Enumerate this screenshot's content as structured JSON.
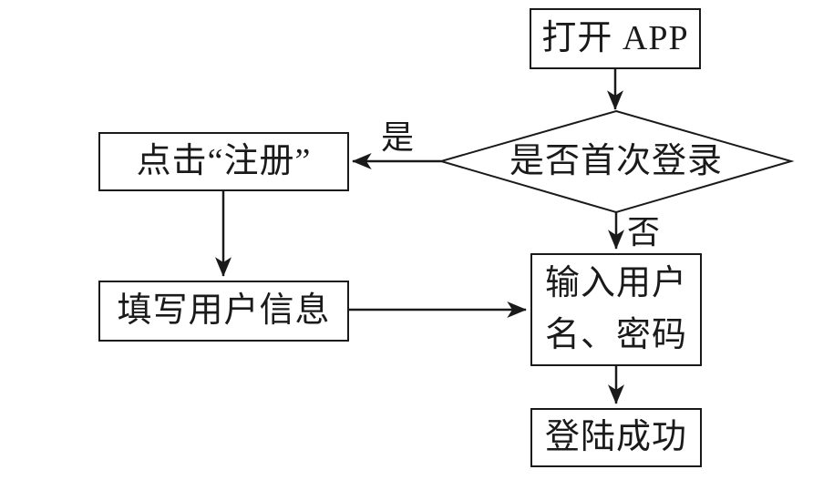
{
  "diagram": {
    "background_color": "#ffffff",
    "line_color": "#1a1a1a"
  },
  "nodes": {
    "open_app": {
      "label": "打开 APP"
    },
    "first_login_decision": {
      "label": "是否首次登录"
    },
    "click_register": {
      "label": "点击“注册”"
    },
    "fill_user_info": {
      "label": "填写用户信息"
    },
    "enter_credentials": {
      "lines": [
        "输入用户",
        "名、密码"
      ]
    },
    "login_success": {
      "label": "登陆成功"
    }
  },
  "edge_labels": {
    "yes": "是",
    "no": "否"
  }
}
